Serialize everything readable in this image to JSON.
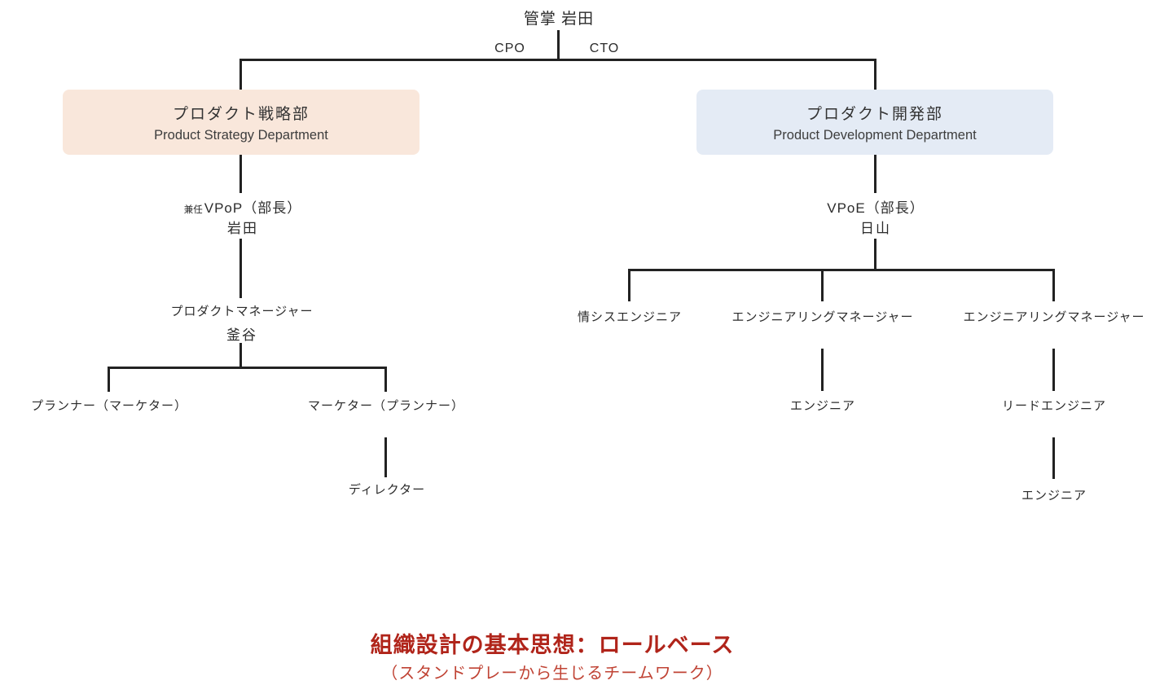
{
  "org_chart": {
    "supervisor_label": "管掌 岩田",
    "cpo_label": "CPO",
    "cto_label": "CTO",
    "strategy_dept": {
      "title_ja": "プロダクト戦略部",
      "title_en": "Product Strategy Department",
      "vpop_prefix": "兼任",
      "vpop_title": "VPoP（部長）",
      "vpop_name": "岩田",
      "product_manager_title": "プロダクトマネージャー",
      "product_manager_name": "釜谷",
      "planner_label": "プランナー（マーケター）",
      "marketer_label": "マーケター（プランナー）",
      "director_label": "ディレクター"
    },
    "development_dept": {
      "title_ja": "プロダクト開発部",
      "title_en": "Product Development Department",
      "vpoe_title": "VPoE（部長）",
      "vpoe_name": "日山",
      "infosys_engineer_label": "情シスエンジニア",
      "engineering_manager_1_label": "エンジニアリングマネージャー",
      "engineering_manager_2_label": "エンジニアリングマネージャー",
      "engineer_1_label": "エンジニア",
      "lead_engineer_label": "リードエンジニア",
      "engineer_2_label": "エンジニア"
    }
  },
  "caption": {
    "title": "組織設計の基本思想：ロールベース",
    "subtitle": "（スタンドプレーから生じるチームワーク）"
  },
  "colors": {
    "strategy_box_bg": "#f9e7db",
    "development_box_bg": "#e4ebf5",
    "line_color": "#222222",
    "caption_title_color": "#b0241a",
    "caption_subtitle_color": "#c04334"
  }
}
